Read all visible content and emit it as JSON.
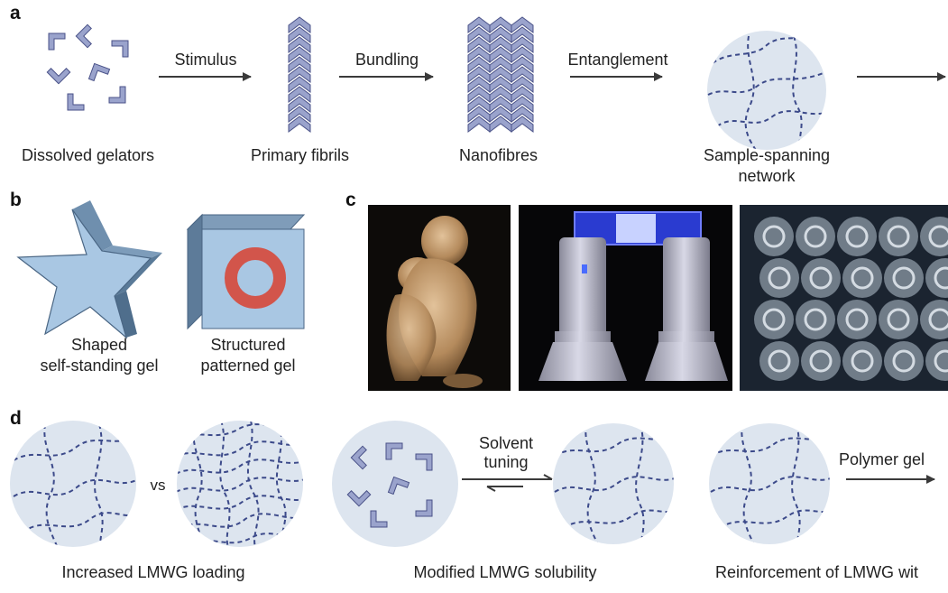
{
  "panel_a": {
    "letter": "a",
    "steps": [
      "Dissolved gelators",
      "Primary fibrils",
      "Nanofibres",
      "Sample-spanning\nnetwork"
    ],
    "arrows": [
      "Stimulus",
      "Bundling",
      "Entanglement"
    ]
  },
  "panel_b": {
    "letter": "b",
    "items": [
      "Shaped\nself-standing gel",
      "Structured\npatterned gel"
    ]
  },
  "panel_c": {
    "letter": "c"
  },
  "panel_d": {
    "letter": "d",
    "vs": "vs",
    "captions": [
      "Increased LMWG loading",
      "Modified LMWG solubility",
      "Reinforcement of LMWG wit"
    ],
    "solvent_label": "Solvent\ntuning",
    "polymer_label": "Polymer gel"
  },
  "colors": {
    "gelator_fill": "#9aa3cc",
    "gelator_stroke": "#4a5288",
    "circle_fill": "#dde5ef",
    "dash": "#3c4a8a",
    "arrow": "#3a3a3a",
    "star_face": "#a9c7e3",
    "ring": "#d2554b"
  }
}
